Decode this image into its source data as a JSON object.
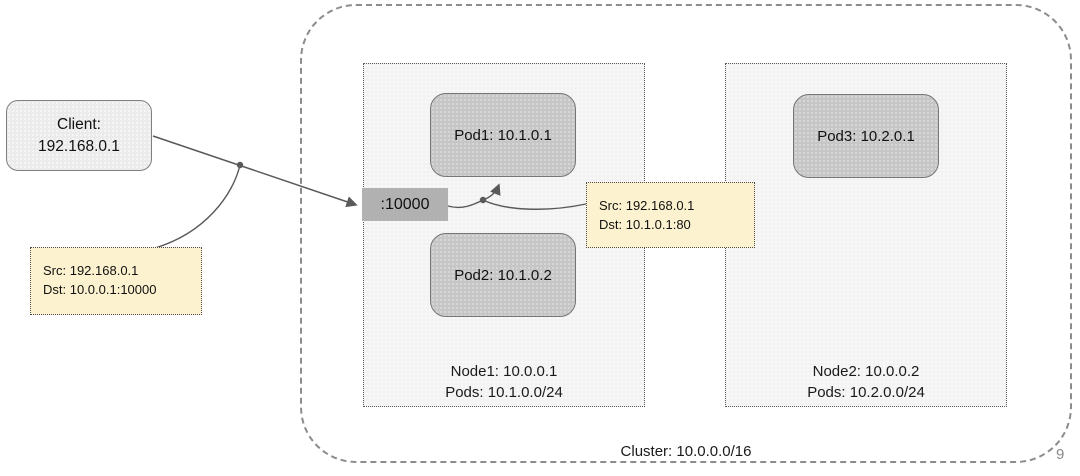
{
  "slide": {
    "page_number": "9"
  },
  "client_box": {
    "line1": "Client:",
    "line2": "192.168.0.1"
  },
  "port_box": {
    "label": ":10000"
  },
  "cluster": {
    "label": "Cluster: 10.0.0.0/16"
  },
  "nodes": [
    {
      "title": "Node1: 10.0.0.1",
      "subtitle": "Pods: 10.1.0.0/24",
      "pods": [
        {
          "label": "Pod1: 10.1.0.1"
        },
        {
          "label": "Pod2: 10.1.0.2"
        }
      ]
    },
    {
      "title": "Node2: 10.0.0.2",
      "subtitle": "Pods: 10.2.0.0/24",
      "pods": [
        {
          "label": "Pod3: 10.2.0.1"
        }
      ]
    }
  ],
  "packet_notes": [
    {
      "src": "Src: 192.168.0.1",
      "dst": "Dst: 10.0.0.1:10000"
    },
    {
      "src": "Src: 192.168.0.1",
      "dst": "Dst: 10.1.0.1:80"
    }
  ],
  "colors": {
    "pod_fill": "#c6c6c6",
    "pod_border": "#767676",
    "client_fill": "#ebebeb",
    "note_fill": "#fcf2cf",
    "port_fill": "#b1b1b1",
    "node_fill": "#f3f3f3",
    "connector_line": "#595959",
    "cluster_border": "#8c8c8c",
    "page_number_text": "#8a8a8a"
  }
}
